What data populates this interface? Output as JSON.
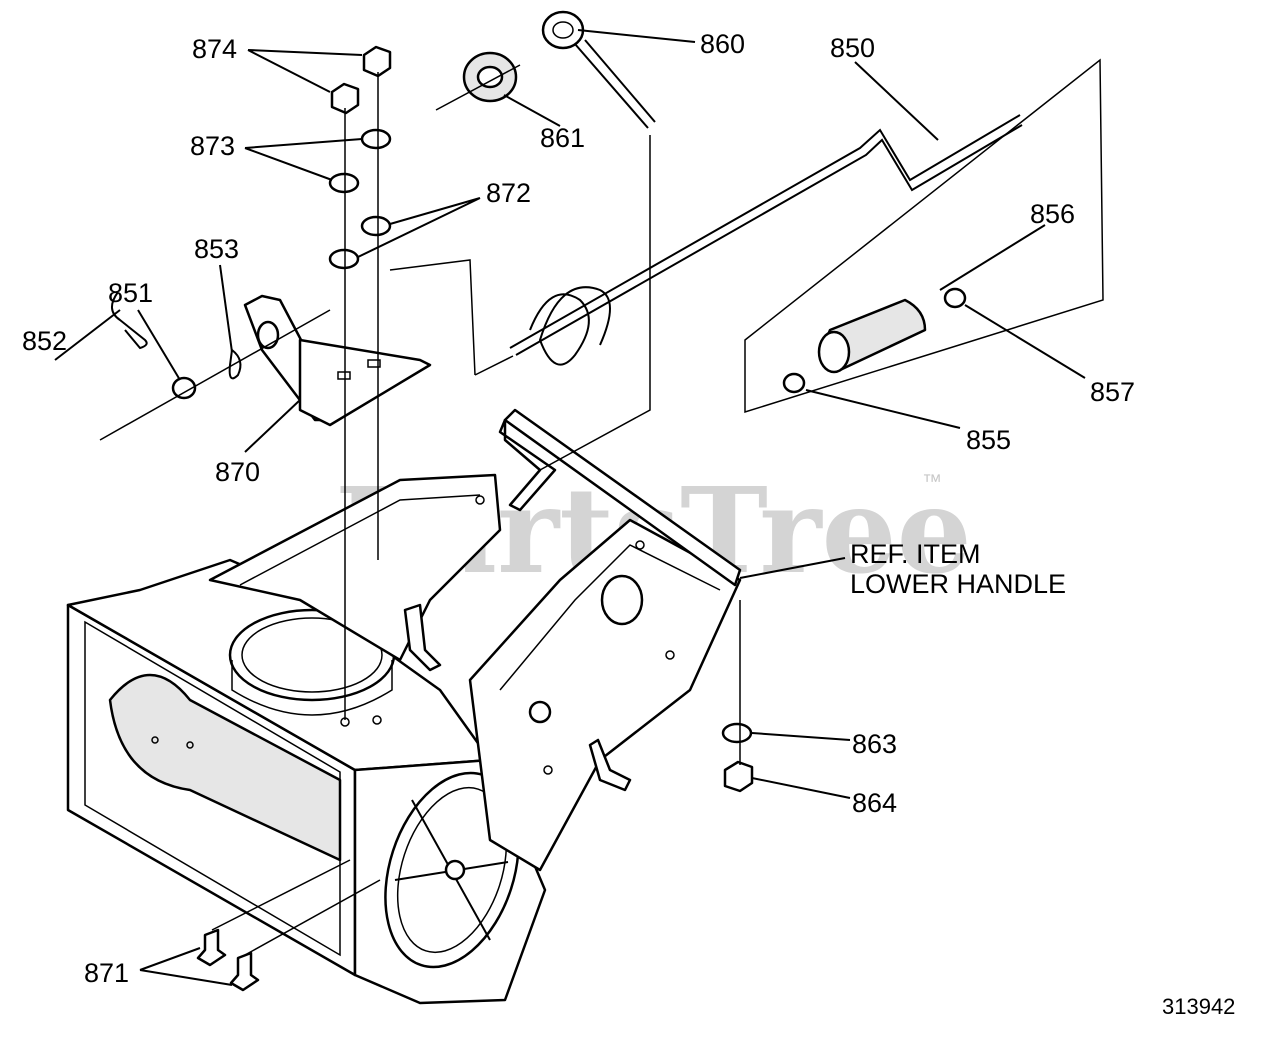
{
  "watermark": {
    "text": "PartsTree",
    "trademark": "™"
  },
  "document_number": "313942",
  "reference_note": {
    "line1": "REF. ITEM",
    "line2": "LOWER HANDLE"
  },
  "callouts": [
    {
      "id": "874",
      "label": "874"
    },
    {
      "id": "873",
      "label": "873"
    },
    {
      "id": "872",
      "label": "872"
    },
    {
      "id": "853",
      "label": "853"
    },
    {
      "id": "851",
      "label": "851"
    },
    {
      "id": "852",
      "label": "852"
    },
    {
      "id": "870",
      "label": "870"
    },
    {
      "id": "860",
      "label": "860"
    },
    {
      "id": "861",
      "label": "861"
    },
    {
      "id": "850",
      "label": "850"
    },
    {
      "id": "856",
      "label": "856"
    },
    {
      "id": "857",
      "label": "857"
    },
    {
      "id": "855",
      "label": "855"
    },
    {
      "id": "863",
      "label": "863"
    },
    {
      "id": "864",
      "label": "864"
    },
    {
      "id": "871",
      "label": "871"
    }
  ]
}
